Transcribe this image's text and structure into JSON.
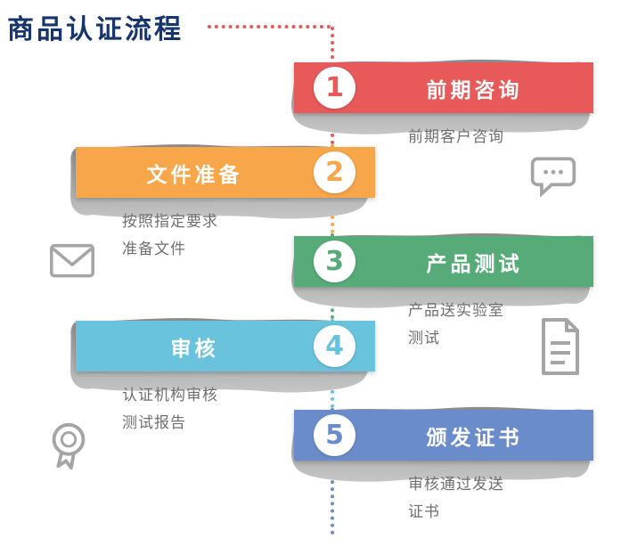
{
  "title": "商品认证流程",
  "connector": {
    "horizontal_color": "#e8595a",
    "segment_colors": [
      "#e8595a",
      "#f7a64a",
      "#57ab79",
      "#69c3dd",
      "#6b8cca"
    ]
  },
  "steps": [
    {
      "num": "1",
      "label": "前期咨询",
      "color": "#e8595a",
      "desc": [
        "前期客户咨询"
      ]
    },
    {
      "num": "2",
      "label": "文件准备",
      "color": "#f7a64a",
      "desc": [
        "按照指定要求",
        "准备文件"
      ]
    },
    {
      "num": "3",
      "label": "产品测试",
      "color": "#57ab79",
      "desc": [
        "产品送实验室",
        "测试"
      ]
    },
    {
      "num": "4",
      "label": "审核",
      "color": "#69c3dd",
      "desc": [
        "认证机构审核",
        "测试报告"
      ]
    },
    {
      "num": "5",
      "label": "颁发证书",
      "color": "#6b8cca",
      "desc": [
        "审核通过发送",
        "证书"
      ]
    }
  ],
  "icons": [
    {
      "name": "consultation-icon"
    },
    {
      "name": "envelope-icon"
    },
    {
      "name": "document-icon"
    },
    {
      "name": "seal-icon"
    }
  ],
  "colors": {
    "title_text": "#16366b",
    "description_text": "#6f6f6f",
    "card_gray_top": "#8e8e8e",
    "card_gray_bottom": "#c6c6c6",
    "icon_gray": "#a5a5a5"
  }
}
